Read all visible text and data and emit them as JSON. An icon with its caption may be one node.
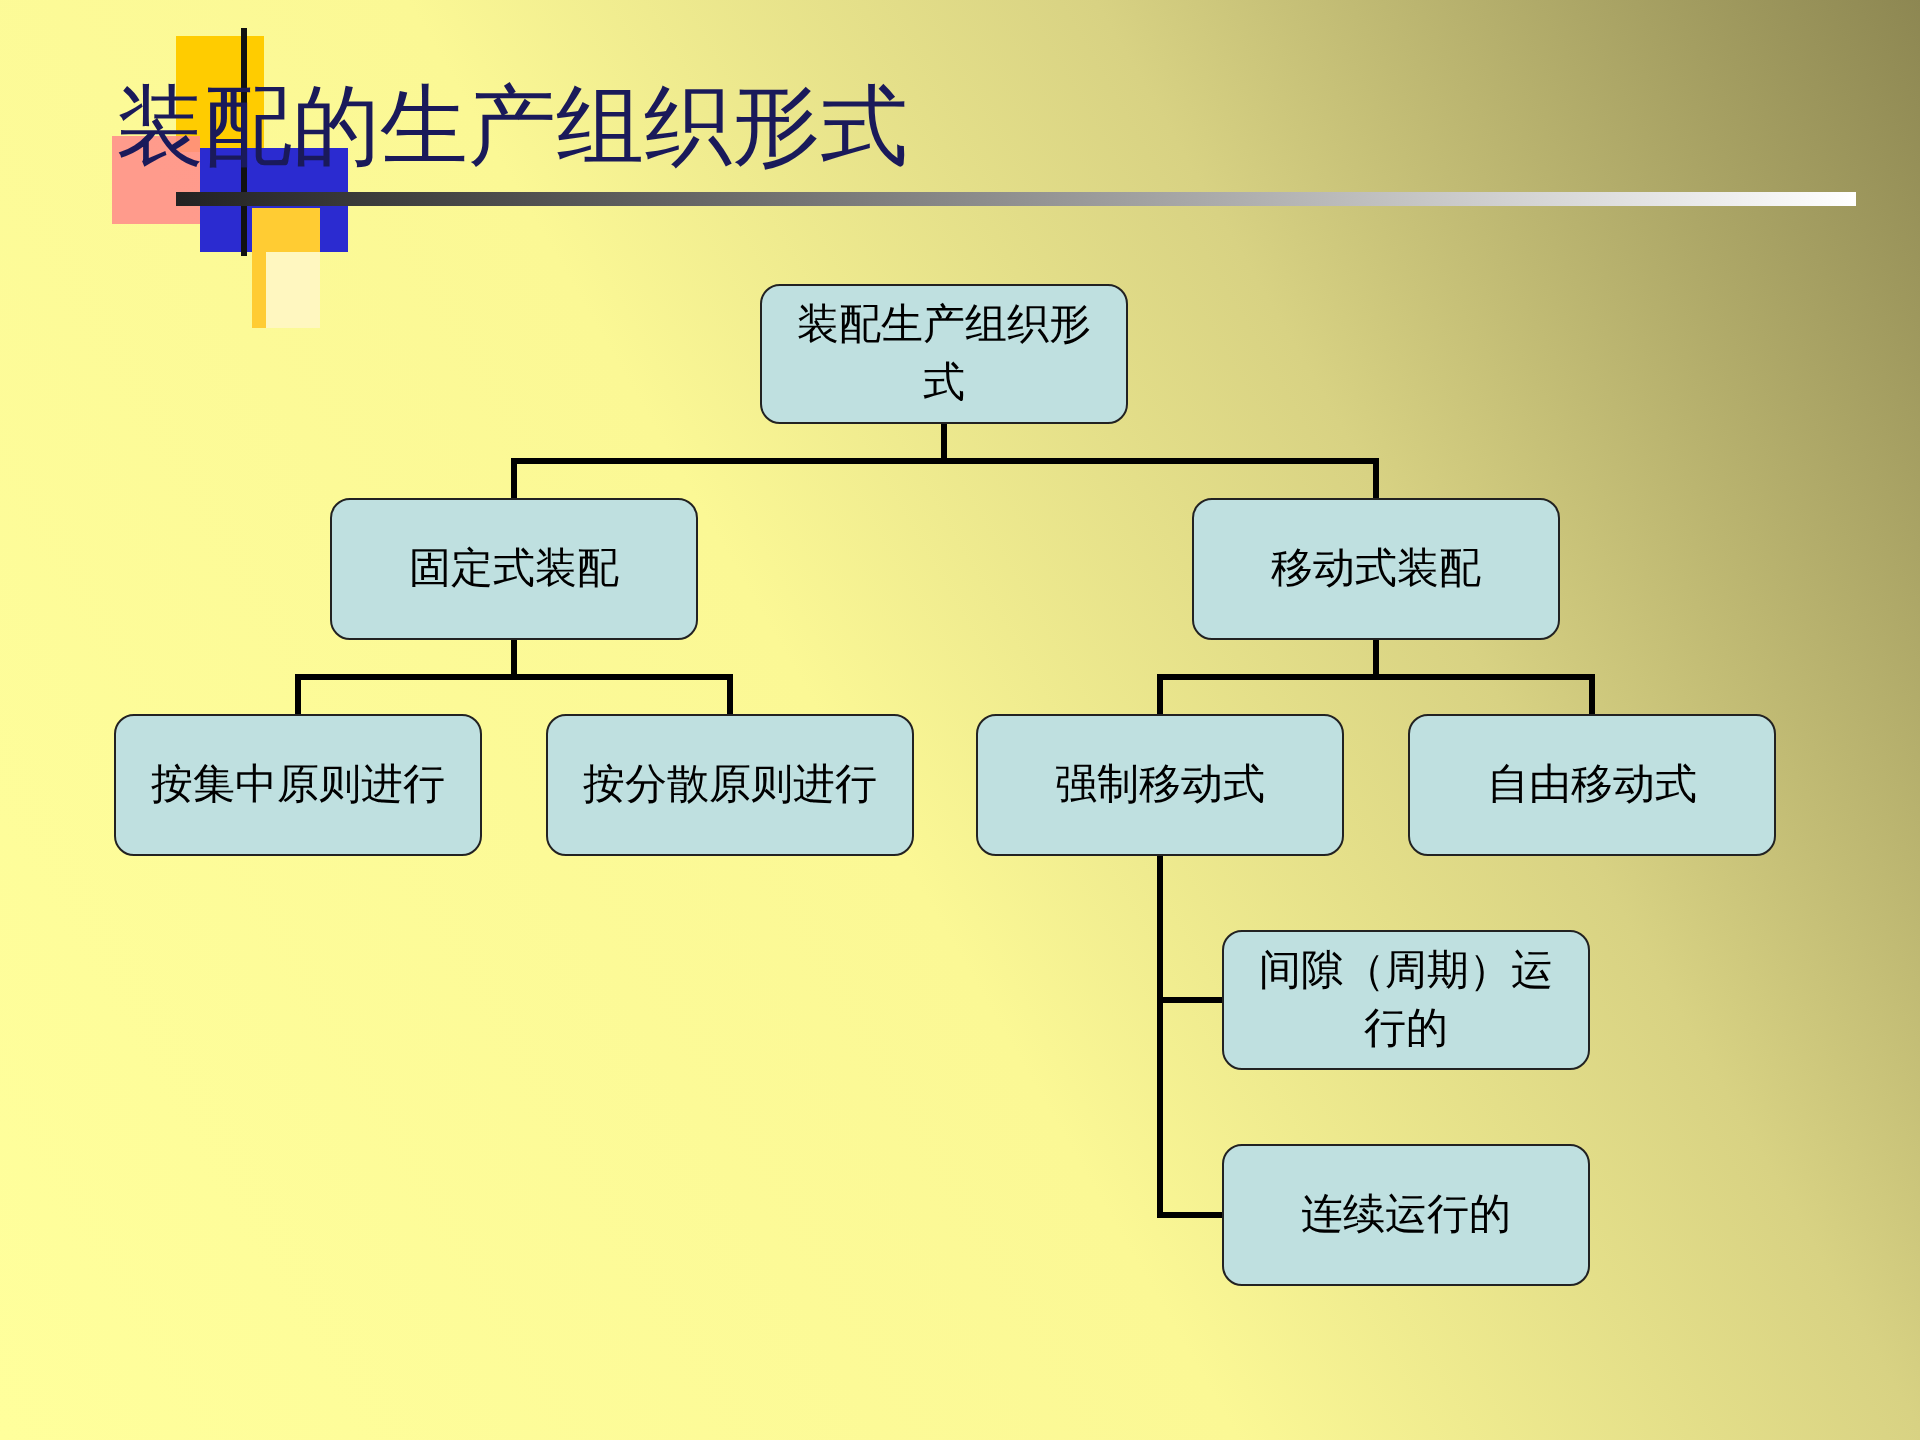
{
  "diagram": {
    "title": "装配的生产组织形式",
    "nodes": [
      {
        "text": [
          "装配生产组织形式"
        ]
      },
      {
        "text": [
          "固定式装配"
        ]
      },
      {
        "text": [
          "移动式装配"
        ]
      },
      {
        "text": [
          "按集中原则进行"
        ]
      },
      {
        "text": [
          "按分散原则进行"
        ]
      },
      {
        "text": [
          "强制移动式"
        ]
      },
      {
        "text": [
          "自由移动式"
        ]
      },
      {
        "text": [
          "间隙（周期）运行的"
        ]
      },
      {
        "text": [
          "连续运行的"
        ]
      }
    ],
    "edges": [
      {
        "from": 0,
        "to": 1,
        "arrow": "none"
      },
      {
        "from": 0,
        "to": 2,
        "arrow": "none"
      },
      {
        "from": 1,
        "to": 3,
        "arrow": "none"
      },
      {
        "from": 1,
        "to": 4,
        "arrow": "none"
      },
      {
        "from": 2,
        "to": 5,
        "arrow": "none"
      },
      {
        "from": 2,
        "to": 6,
        "arrow": "none"
      },
      {
        "from": 5,
        "to": 7,
        "arrow": "none"
      },
      {
        "from": 5,
        "to": 8,
        "arrow": "none"
      }
    ]
  }
}
